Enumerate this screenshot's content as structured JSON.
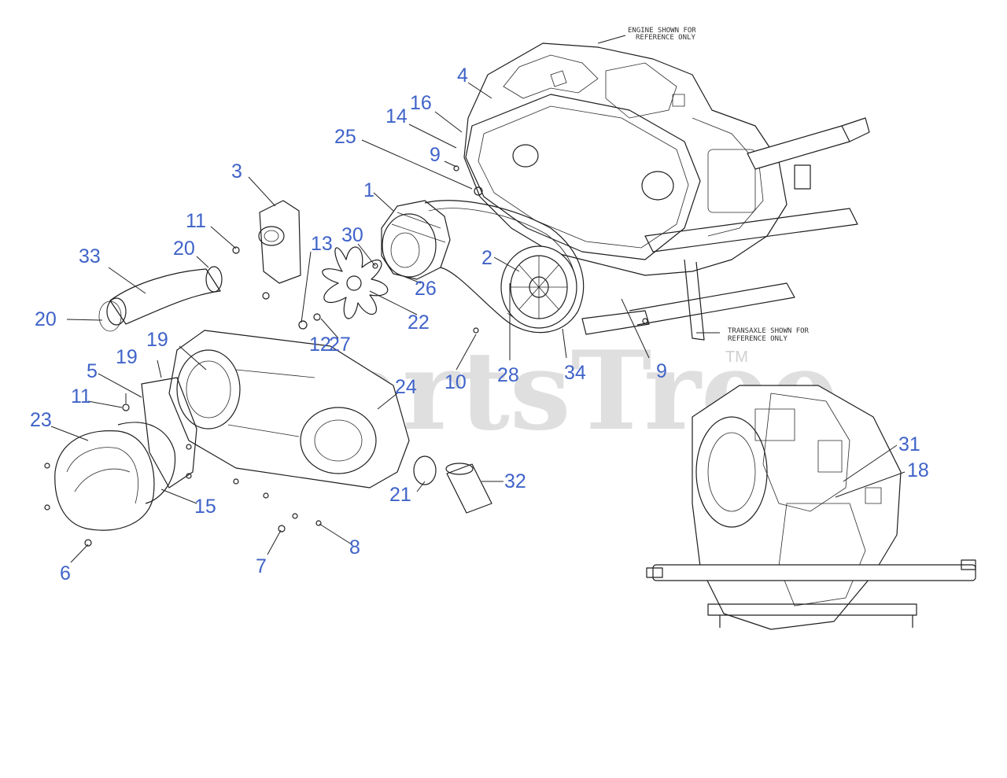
{
  "watermark": {
    "text": "PartsTree",
    "trademark": "TM"
  },
  "reference_notes": {
    "engine": [
      "ENGINE SHOWN FOR",
      "REFERENCE ONLY"
    ],
    "transaxle": [
      "TRANSAXLE SHOWN FOR",
      "REFERENCE ONLY"
    ]
  },
  "callouts": [
    {
      "label": "1"
    },
    {
      "label": "2"
    },
    {
      "label": "3"
    },
    {
      "label": "4"
    },
    {
      "label": "5"
    },
    {
      "label": "6"
    },
    {
      "label": "7"
    },
    {
      "label": "8"
    },
    {
      "label": "9"
    },
    {
      "label": "9"
    },
    {
      "label": "10"
    },
    {
      "label": "11"
    },
    {
      "label": "11"
    },
    {
      "label": "12"
    },
    {
      "label": "13"
    },
    {
      "label": "14"
    },
    {
      "label": "15"
    },
    {
      "label": "16"
    },
    {
      "label": "18"
    },
    {
      "label": "19"
    },
    {
      "label": "19"
    },
    {
      "label": "20"
    },
    {
      "label": "20"
    },
    {
      "label": "21"
    },
    {
      "label": "22"
    },
    {
      "label": "23"
    },
    {
      "label": "24"
    },
    {
      "label": "25"
    },
    {
      "label": "26"
    },
    {
      "label": "27"
    },
    {
      "label": "28"
    },
    {
      "label": "30"
    },
    {
      "label": "31"
    },
    {
      "label": "32"
    },
    {
      "label": "33"
    },
    {
      "label": "34"
    }
  ],
  "colors": {
    "callout": "#3f63c8",
    "line_art": "#222222",
    "watermark": "#cfcfcf"
  }
}
